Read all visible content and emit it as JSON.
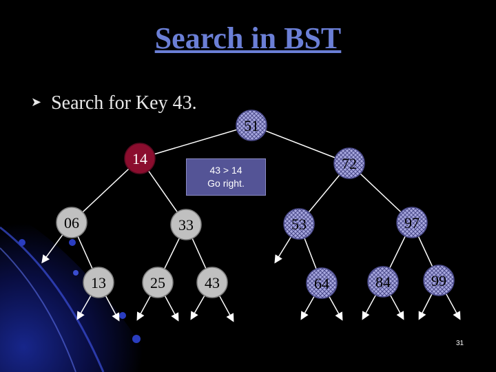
{
  "slide": {
    "title": "Search in BST",
    "bullet_icon": "arrowhead-bullet-icon",
    "bullet_text": "Search for Key 43.",
    "page_number": "31"
  },
  "callout": {
    "line1": "43 > 14",
    "line2": "Go right."
  },
  "tree": {
    "nodes": [
      {
        "id": "n51",
        "key": "51",
        "style": "hatched"
      },
      {
        "id": "n14",
        "key": "14",
        "style": "highlighted"
      },
      {
        "id": "n72",
        "key": "72",
        "style": "hatched"
      },
      {
        "id": "n06",
        "key": "06",
        "style": "plain"
      },
      {
        "id": "n33",
        "key": "33",
        "style": "plain"
      },
      {
        "id": "n53",
        "key": "53",
        "style": "hatched"
      },
      {
        "id": "n97",
        "key": "97",
        "style": "hatched"
      },
      {
        "id": "n13",
        "key": "13",
        "style": "plain"
      },
      {
        "id": "n25",
        "key": "25",
        "style": "plain"
      },
      {
        "id": "n43",
        "key": "43",
        "style": "plain"
      },
      {
        "id": "n64",
        "key": "64",
        "style": "hatched"
      },
      {
        "id": "n84",
        "key": "84",
        "style": "hatched"
      },
      {
        "id": "n99",
        "key": "99",
        "style": "hatched"
      }
    ],
    "edges": [
      [
        "n51",
        "n14"
      ],
      [
        "n51",
        "n72"
      ],
      [
        "n14",
        "n06"
      ],
      [
        "n14",
        "n33"
      ],
      [
        "n72",
        "n53"
      ],
      [
        "n72",
        "n97"
      ],
      [
        "n06",
        "n13"
      ],
      [
        "n33",
        "n25"
      ],
      [
        "n33",
        "n43"
      ],
      [
        "n53",
        "n64"
      ],
      [
        "n97",
        "n84"
      ],
      [
        "n97",
        "n99"
      ]
    ],
    "colors": {
      "highlighted_fill": "#8b0d2e",
      "plain_fill": "#c0c0c0",
      "hatched_fill": "#a9a9e0",
      "hatch_line": "#4a4a8a",
      "edge": "#ffffff"
    }
  }
}
